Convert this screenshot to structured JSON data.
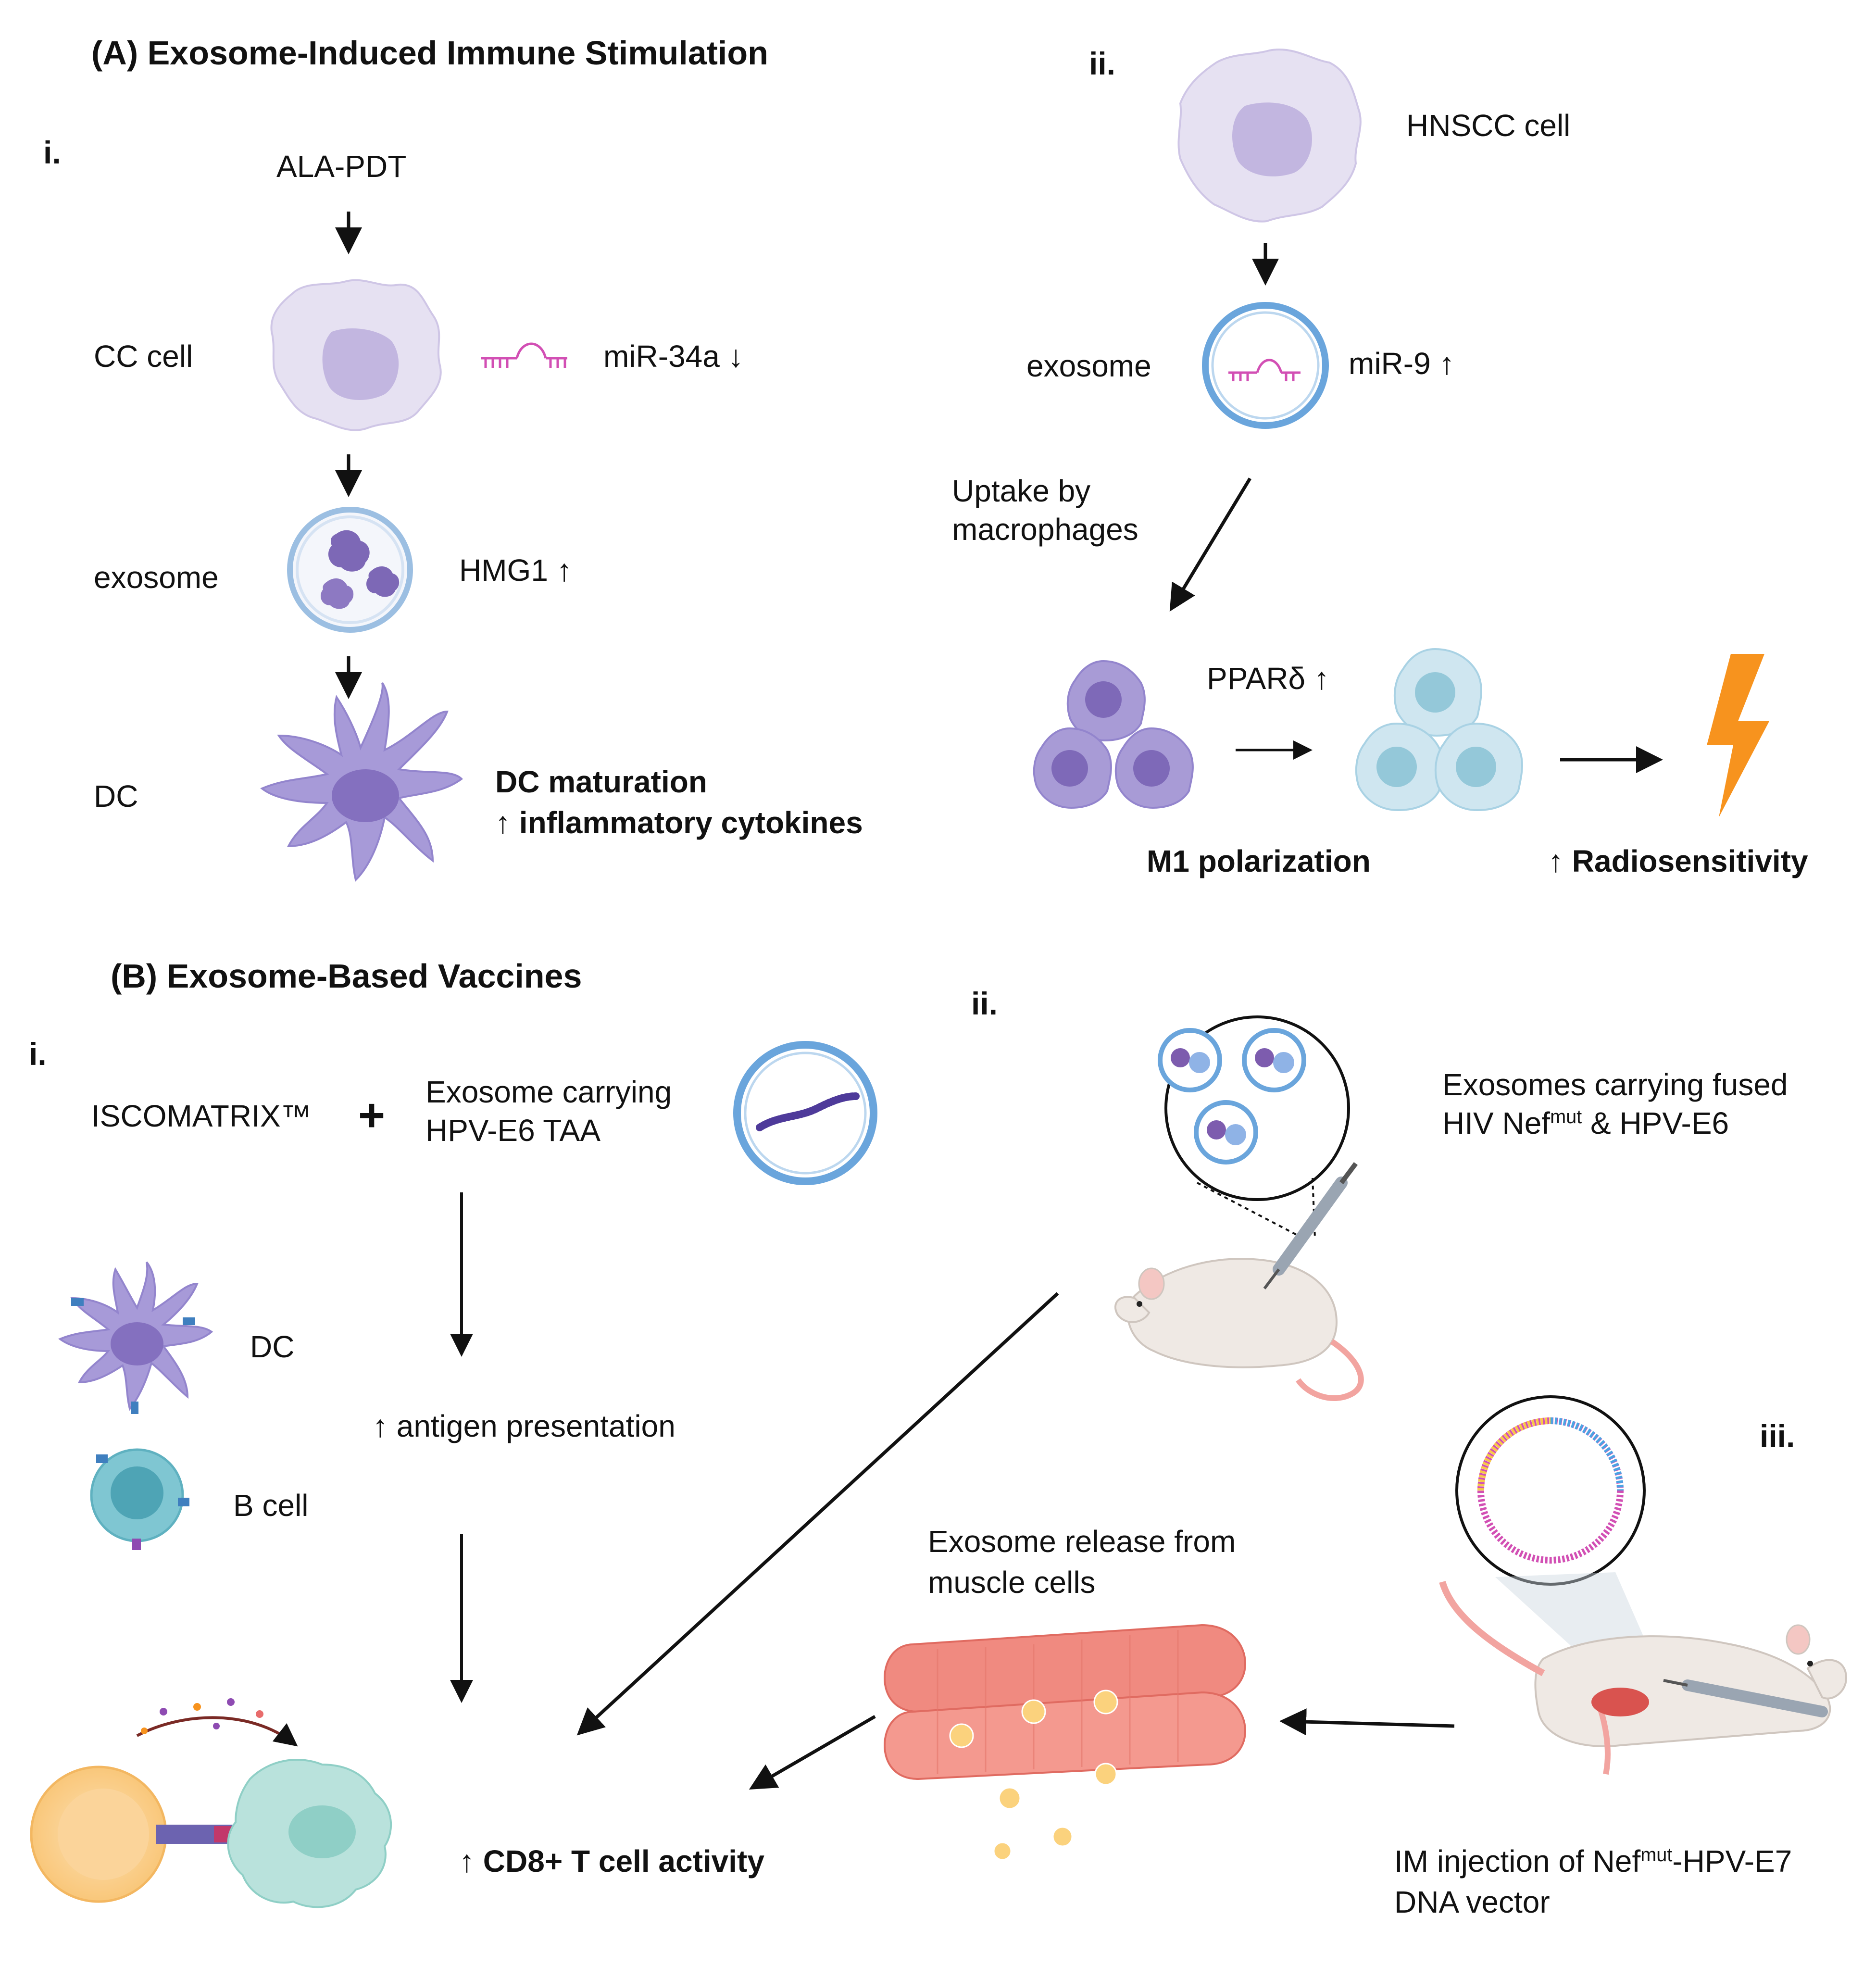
{
  "panelA": {
    "title": "(A) Exosome-Induced Immune Stimulation",
    "i": {
      "tag": "i.",
      "trigger": "ALA-PDT",
      "cc_cell": "CC cell",
      "mirna": "miR-34a ↓",
      "exosome": "exosome",
      "hmg": "HMG1 ↑",
      "dc": "DC",
      "outcome1": "DC maturation",
      "outcome2": "↑ inflammatory cytokines"
    },
    "ii": {
      "tag": "ii.",
      "cell": "HNSCC cell",
      "exosome": "exosome",
      "mirna": "miR-9 ↑",
      "uptake1": "Uptake by",
      "uptake2": "macrophages",
      "ppar": "PPARδ ↑",
      "m1": "M1 polarization",
      "radio": "↑ Radiosensitivity"
    }
  },
  "panelB": {
    "title": "(B) Exosome-Based Vaccines",
    "i": {
      "tag": "i.",
      "adjuvant": "ISCOMATRIX™",
      "plus": "+",
      "carry1": "Exosome carrying",
      "carry2": "HPV-E6 TAA",
      "dc": "DC",
      "bcell": "B cell",
      "antigen": "↑ antigen presentation",
      "cd8": "↑ CD8+ T cell activity"
    },
    "ii": {
      "tag": "ii.",
      "line1": "Exosomes carrying fused",
      "line2_pre": "HIV Nef",
      "line2_sup": "mut",
      "line2_post": " & HPV-E6"
    },
    "iii": {
      "tag": "iii.",
      "release1": "Exosome release from",
      "release2": "muscle cells",
      "inj_pre": "IM injection of Nef",
      "inj_sup": "mut",
      "inj_post": "-HPV-E7",
      "inj2": "DNA vector"
    }
  },
  "colors": {
    "cell_fill": "#e6e1f2",
    "cell_nucleus": "#c2b6e0",
    "dc_fill": "#a79ad8",
    "exosome_ring": "#6aa5dc",
    "mirna": "#d24fb4",
    "macrophage_m0": "#a89bd6",
    "macrophage_m1": "#cfe6f0",
    "bolt": "#f7931e",
    "muscle": "#f08a80",
    "bcell": "#7fc6d2",
    "tcell": "#fbd49a",
    "tumor": "#b9e2dc"
  }
}
